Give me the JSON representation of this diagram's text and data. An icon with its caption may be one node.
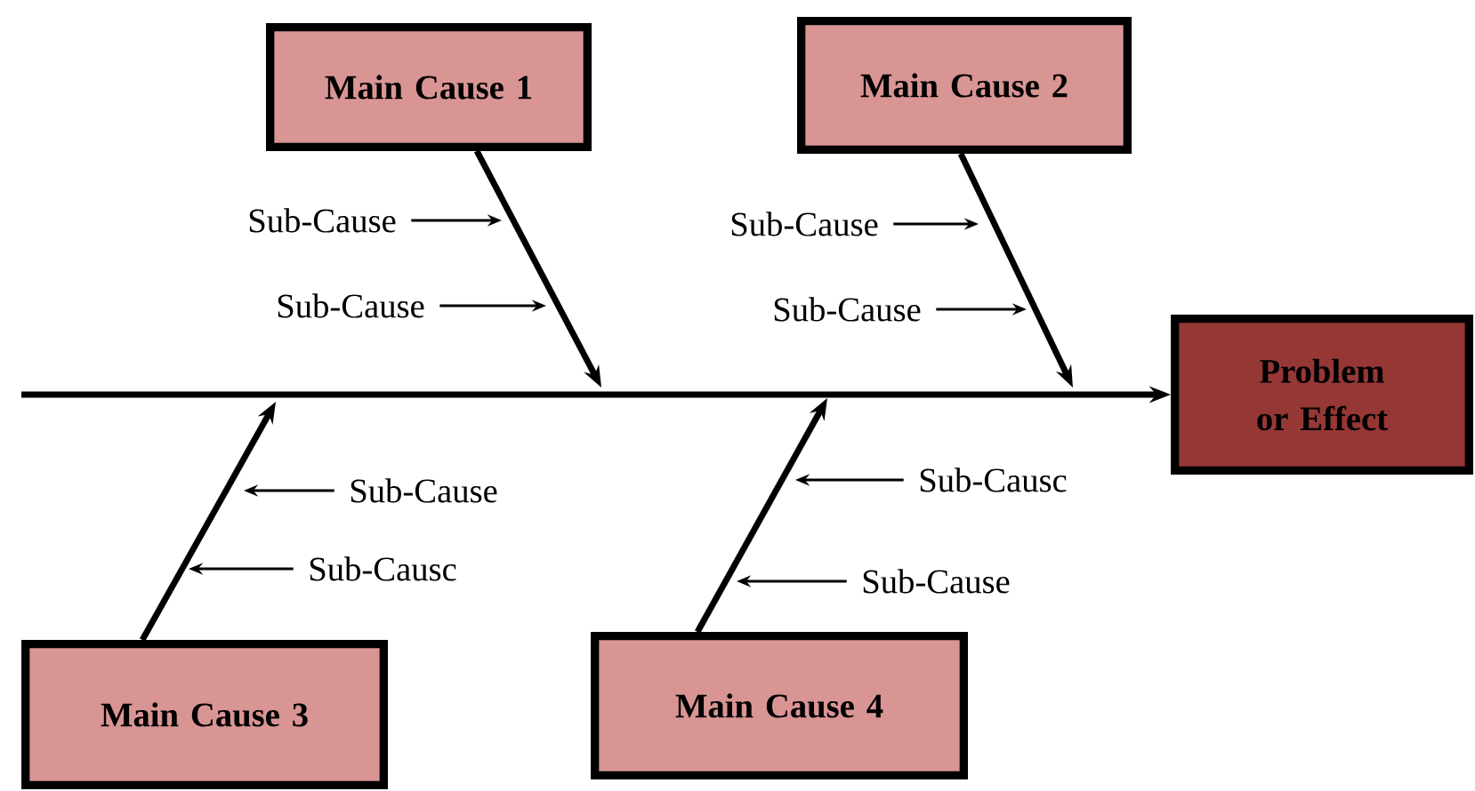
{
  "diagram": {
    "nodes": [
      {
        "text": [
          "Main Cause 1"
        ]
      },
      {
        "text": [
          "Main Cause 2"
        ]
      },
      {
        "text": [
          "Sub-Cause"
        ]
      },
      {
        "text": [
          "Sub-Cause"
        ]
      },
      {
        "text": [
          "Sub-Cause"
        ]
      },
      {
        "text": [
          "Sub-Cause"
        ]
      },
      {
        "text": [
          "Problem or Effect"
        ]
      },
      {
        "text": [
          "Sub-Cause"
        ]
      },
      {
        "text": [
          "Sub-Causc"
        ]
      },
      {
        "text": [
          "Sub-Causc"
        ]
      },
      {
        "text": [
          "Sub-Cause"
        ]
      },
      {
        "text": [
          "Main Cause 3"
        ]
      },
      {
        "text": [
          "Main Cause 4"
        ]
      }
    ],
    "edges": [
      {
        "from": null,
        "to": 6,
        "arrow": "to",
        "style": "thick"
      },
      {
        "from": 0,
        "to": null,
        "arrow": "to",
        "style": "thick"
      },
      {
        "from": 1,
        "to": null,
        "arrow": "to",
        "style": "thick"
      },
      {
        "from": 11,
        "to": null,
        "arrow": "to",
        "style": "thick"
      },
      {
        "from": 12,
        "to": null,
        "arrow": "to",
        "style": "thick"
      },
      {
        "from": 2,
        "to": null,
        "arrow": "to"
      },
      {
        "from": 3,
        "to": null,
        "arrow": "to"
      },
      {
        "from": 4,
        "to": null,
        "arrow": "to"
      },
      {
        "from": 5,
        "to": null,
        "arrow": "to"
      },
      {
        "from": 7,
        "to": null,
        "arrow": "to"
      },
      {
        "from": 8,
        "to": null,
        "arrow": "to"
      },
      {
        "from": 9,
        "to": null,
        "arrow": "to"
      },
      {
        "from": 10,
        "to": null,
        "arrow": "to"
      }
    ]
  }
}
